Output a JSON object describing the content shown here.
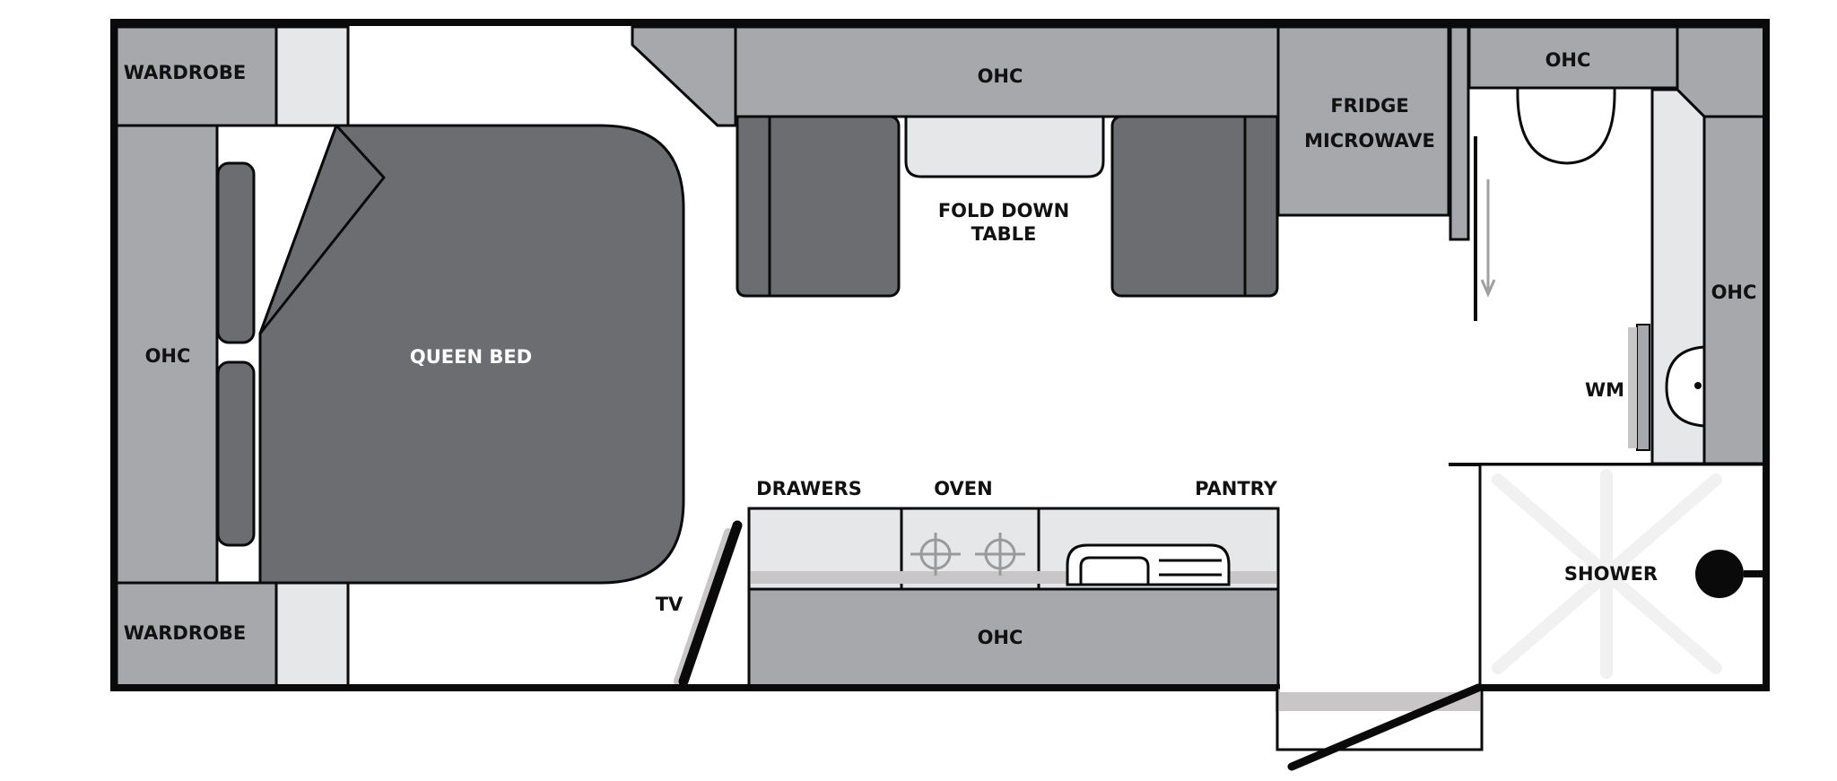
{
  "colors": {
    "outline": "#0a0a0a",
    "cabinet": "#a7a8ab",
    "seat": "#6c6d71",
    "bed": "#6c6d71",
    "shadow": "#c8c6c7",
    "panel": "#e6e7e9",
    "floor": "#ffffff",
    "arrow": "#a0a0a0"
  },
  "labels": {
    "wardrobe_top": "WARDROBE",
    "wardrobe_bottom": "WARDROBE",
    "ohc_left": "OHC",
    "queen_bed": "QUEEN BED",
    "ohc_top_center": "OHC",
    "fold_down_table": "FOLD DOWN",
    "fold_down_table_2": "TABLE",
    "fridge": "FRIDGE",
    "microwave": "MICROWAVE",
    "ohc_top_right": "OHC",
    "ohc_right": "OHC",
    "wm": "WM",
    "drawers": "DRAWERS",
    "oven": "OVEN",
    "pantry": "PANTRY",
    "tv": "TV",
    "ohc_bottom_center": "OHC",
    "shower": "SHOWER"
  }
}
